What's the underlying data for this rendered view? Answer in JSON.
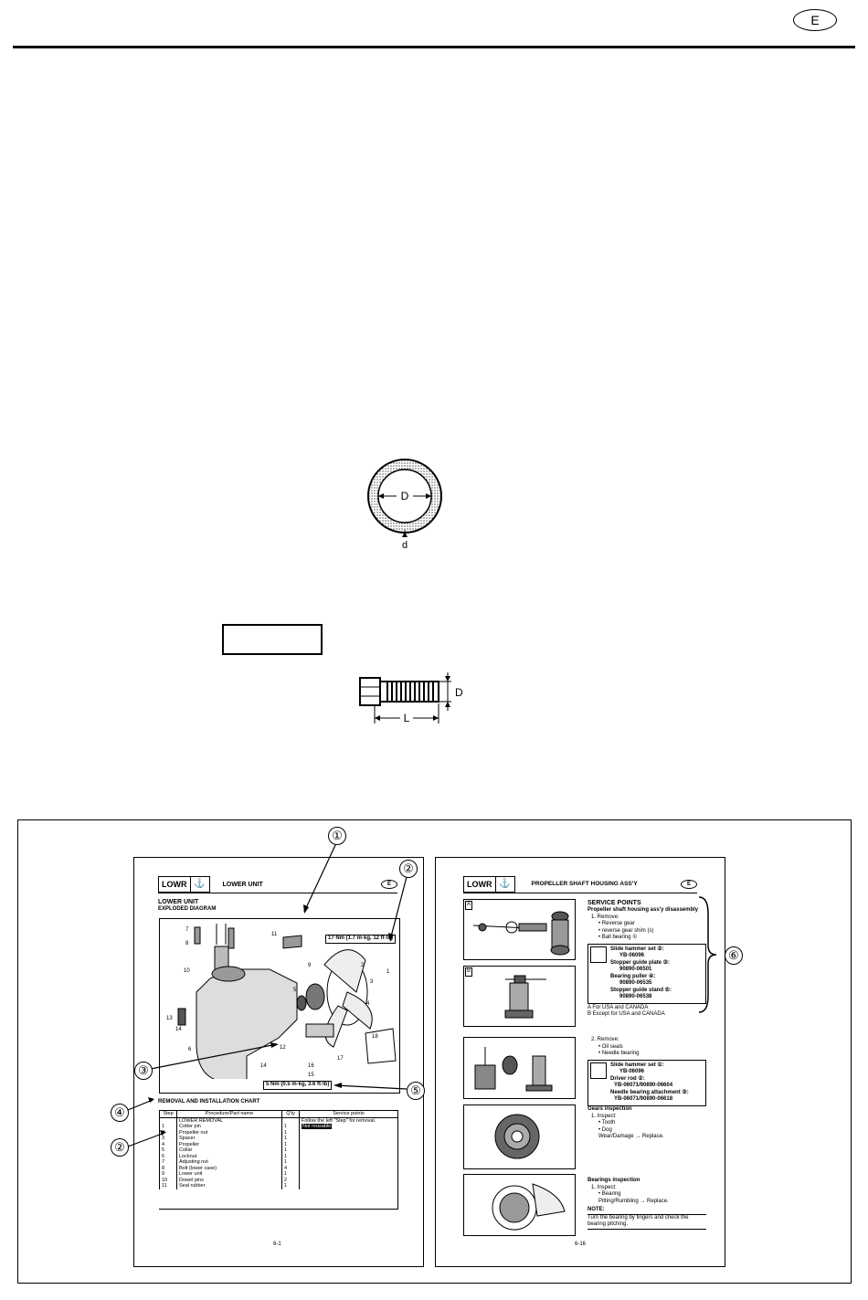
{
  "header": {
    "language_badge": "E"
  },
  "ring_figure": {
    "inner_label": "D",
    "thickness_label": "d"
  },
  "bolt_figure": {
    "diameter_label": "D",
    "length_label": "L"
  },
  "sample": {
    "callouts": [
      "①",
      "②",
      "③",
      "④",
      "⑤",
      "②",
      "⑥"
    ],
    "left_page": {
      "logo": "LOWR",
      "header_title": "LOWER UNIT",
      "badge": "E",
      "title": "LOWER UNIT",
      "subtitle": "EXPLODED DIAGRAM",
      "torque_top": "17 Nm (1.7 m·kg, 12 ft·lb)",
      "torque_bottom": "5 Nm (0.5 m·kg, 3.6 ft·lb)",
      "part_numbers": [
        "7",
        "8",
        "11",
        "10",
        "9",
        "2",
        "1",
        "3",
        "5",
        "13",
        "14",
        "4",
        "6",
        "12",
        "14",
        "17",
        "16",
        "15",
        "18"
      ],
      "chart_title": "REMOVAL AND INSTALLATION CHART",
      "table_headers": [
        "Step",
        "Procedure/Part name",
        "Q'ty",
        "Service points"
      ],
      "section_row": "LOWER REMOVAL",
      "follow_note": "Follow the left \"Step\" for removal.",
      "not_reusable": "Not reusable",
      "rows": [
        {
          "step": "1",
          "name": "Cotter pin",
          "qty": "1"
        },
        {
          "step": "2",
          "name": "Propeller nut",
          "qty": "1"
        },
        {
          "step": "3",
          "name": "Spacer",
          "qty": "1"
        },
        {
          "step": "4",
          "name": "Propeller",
          "qty": "1"
        },
        {
          "step": "5",
          "name": "Collar",
          "qty": "1"
        },
        {
          "step": "6",
          "name": "Locknut",
          "qty": "1"
        },
        {
          "step": "7",
          "name": "Adjusting nut",
          "qty": "1"
        },
        {
          "step": "8",
          "name": "Bolt (lower case)",
          "qty": "4"
        },
        {
          "step": "9",
          "name": "Lower unit",
          "qty": "1"
        },
        {
          "step": "10",
          "name": "Dowel pins",
          "qty": "2"
        },
        {
          "step": "11",
          "name": "Seal rubber",
          "qty": "1"
        }
      ],
      "page_number": "6-1"
    },
    "right_page": {
      "logo": "LOWR",
      "header_title": "PROPELLER SHAFT HOUSING ASS'Y",
      "badge": "E",
      "service_title": "SERVICE POINTS",
      "disassembly_title": "Propeller shaft housing ass'y disassembly",
      "step1": "1. Remove:",
      "step1_items": [
        "• Reverse gear",
        "• reverse gear shim (s)",
        "• Ball bearing ①"
      ],
      "tools1": [
        {
          "name": "Slide hammer set ②:",
          "code": "YB-06096"
        },
        {
          "name": "Stopper guide plate ③:",
          "code": "90890-06501"
        },
        {
          "name": "Bearing puller ④:",
          "code": "90890-06535"
        },
        {
          "name": "Stopper guide stand ⑤:",
          "code": "90890-06538"
        }
      ],
      "note_a": "A For USA and CANADA",
      "note_b": "B Except for USA and CANADA",
      "step2": "2. Remove:",
      "step2_items": [
        "• Oil seals",
        "• Needle bearing"
      ],
      "tools2": [
        {
          "name": "Slide hammer set ①:",
          "code": "YB-06096"
        },
        {
          "name": "Driver rod ②:",
          "code": "YB-06071/90890-06604"
        },
        {
          "name": "Needle bearing attachment ③:",
          "code": "YB-06071/90890-06618"
        }
      ],
      "gears_title": "Gears inspection",
      "gears_step": "1. Inspect:",
      "gears_items": [
        "• Tooth",
        "• Dog"
      ],
      "gears_result": "Wear/Damage → Replace.",
      "bearings_title": "Bearings inspection",
      "bearings_step": "1. Inspect:",
      "bearings_item": "• Bearing",
      "bearings_result": "Pitting/Rumbling → Replace.",
      "note_label": "NOTE:",
      "note_text": "Turn the bearing by fingers and check the bearing pitching.",
      "box_labels": [
        "A",
        "B"
      ],
      "page_number": "6-16"
    }
  }
}
